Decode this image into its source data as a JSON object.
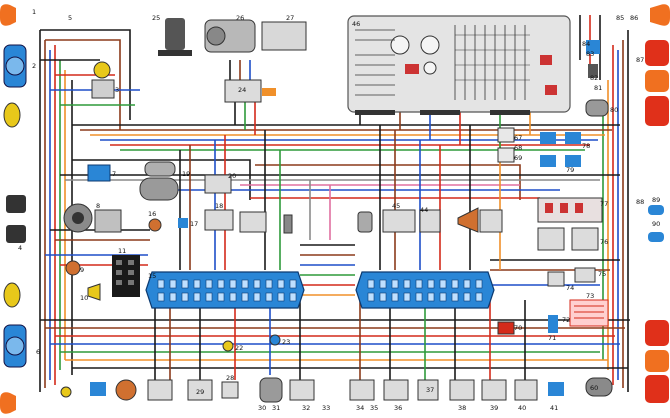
{
  "diagram": {
    "labels": {
      "n1": "1",
      "n2": "2",
      "n3": "3",
      "n4": "4",
      "n5": "5",
      "n6": "6",
      "n7": "7",
      "n8": "8",
      "n9": "9",
      "n10": "10",
      "n11": "11",
      "n15": "15",
      "n16": "16",
      "n17": "17",
      "n18": "18",
      "n19": "19",
      "n20": "20",
      "n22": "22",
      "n23": "23",
      "n24": "24",
      "n25": "25",
      "n26": "26",
      "n27": "27",
      "n28": "28",
      "n29": "29",
      "n30": "30",
      "n31": "31",
      "n32": "32",
      "n33": "33",
      "n34": "34",
      "n35": "35",
      "n36": "36",
      "n37": "37",
      "n38": "38",
      "n39": "39",
      "n40": "40",
      "n41": "41",
      "n44": "44",
      "n45": "45",
      "n46": "46",
      "n60": "60",
      "n67": "67",
      "n68": "68",
      "n69": "69",
      "n70": "70",
      "n71": "71",
      "n72": "72",
      "n73": "73",
      "n74": "74",
      "n75": "75",
      "n76": "76",
      "n77": "77",
      "n78": "78",
      "n79": "79",
      "n80": "80",
      "n81": "81",
      "n82": "82",
      "n83": "83",
      "n84": "84",
      "n85": "85",
      "n86": "86",
      "n87": "87",
      "n88": "88",
      "n89": "89",
      "n90": "90"
    },
    "colors": {
      "wire_black": "#1a1a1a",
      "wire_brown": "#8b3a1a",
      "wire_red": "#d42a1a",
      "wire_orange": "#f0902a",
      "wire_blue": "#1e4fc8",
      "wire_green": "#2e9a3a",
      "wire_yellow": "#e8c81a",
      "wire_gray": "#8a8a8a",
      "wire_pink": "#e070a0",
      "connector_blue": "#2a86d6",
      "lamp_orange": "#f07020",
      "lamp_red": "#e0301a",
      "instrument_panel": "#e4e4e4",
      "component_gray": "#9a9a9a"
    }
  }
}
